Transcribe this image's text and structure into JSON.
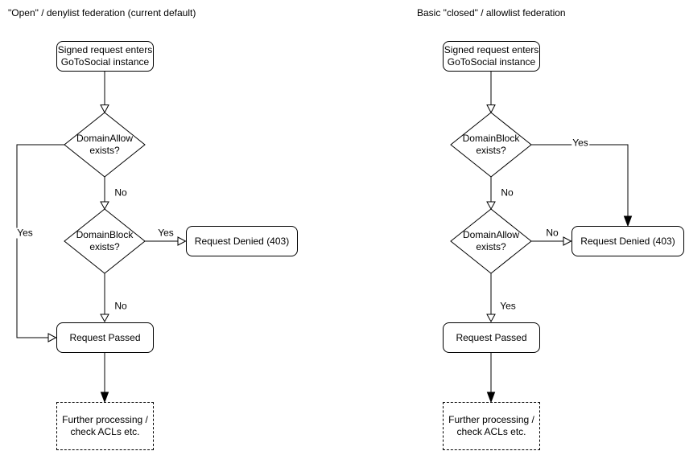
{
  "colors": {
    "stroke": "#000000",
    "background": "#ffffff",
    "text": "#000000"
  },
  "charts": [
    {
      "title": "\"Open\" / denylist federation (current default)",
      "nodes": {
        "start": "Signed request enters\nGoToSocial instance",
        "decision1": "DomainAllow\nexists?",
        "decision2": "DomainBlock\nexists?",
        "denied": "Request Denied (403)",
        "passed": "Request Passed",
        "further": "Further processing /\ncheck ACLs etc."
      },
      "edge_labels": {
        "decision1_yes": "Yes",
        "decision1_no": "No",
        "decision2_yes": "Yes",
        "decision2_no": "No"
      }
    },
    {
      "title": "Basic \"closed\" / allowlist federation",
      "nodes": {
        "start": "Signed request enters\nGoToSocial instance",
        "decision1": "DomainBlock\nexists?",
        "decision2": "DomainAllow\nexists?",
        "denied": "Request Denied (403)",
        "passed": "Request Passed",
        "further": "Further processing /\ncheck ACLs etc."
      },
      "edge_labels": {
        "decision1_yes": "Yes",
        "decision1_no": "No",
        "decision2_no": "No",
        "decision2_yes": "Yes"
      }
    }
  ]
}
